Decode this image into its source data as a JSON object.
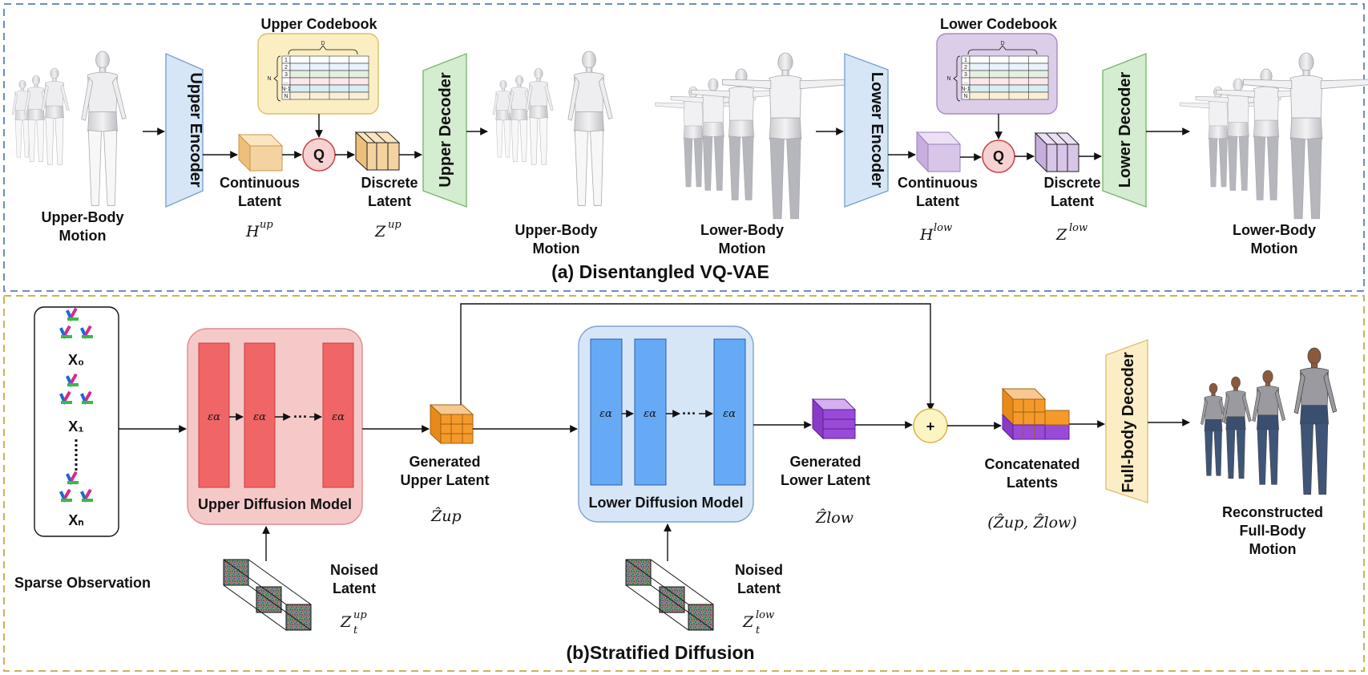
{
  "section_a": {
    "title": "(a) Disentangled VQ-VAE",
    "upper_codebook_title": "Upper Codebook",
    "lower_codebook_title": "Lower Codebook",
    "codebook_dim_label": "D",
    "codebook_rows_label": "N",
    "codebook_row_labels": [
      "1",
      "2",
      "3",
      "...",
      "N-1",
      "N"
    ],
    "upper_encoder": "Upper Encoder",
    "upper_decoder": "Upper Decoder",
    "lower_encoder": "Lower Encoder",
    "lower_decoder": "Lower Decoder",
    "quantizer": "Q",
    "upper_input_label": [
      "Upper-Body",
      "Motion"
    ],
    "upper_output_label": [
      "Upper-Body",
      "Motion"
    ],
    "lower_input_label": [
      "Lower-Body",
      "Motion"
    ],
    "lower_output_label": [
      "Lower-Body",
      "Motion"
    ],
    "continuous_latent": [
      "Continuous",
      "Latent"
    ],
    "discrete_latent": [
      "Discrete",
      "Latent"
    ],
    "h_up": {
      "base": "H",
      "sup": "up"
    },
    "z_up": {
      "base": "Z",
      "sup": "up"
    },
    "h_low": {
      "base": "H",
      "sup": "low"
    },
    "z_low": {
      "base": "Z",
      "sup": "low"
    }
  },
  "section_b": {
    "title": "(b)Stratified Diffusion",
    "sparse_observation": "Sparse Observation",
    "obs_labels": [
      "X₀",
      "X₁",
      "Xₙ"
    ],
    "epsilon": "εα",
    "dots": "···",
    "upper_diffusion": "Upper Diffusion Model",
    "lower_diffusion": "Lower Diffusion Model",
    "generated_upper": [
      "Generated",
      "Upper Latent"
    ],
    "generated_lower": [
      "Generated",
      "Lower Latent"
    ],
    "z_hat_up": "Ẑup",
    "z_hat_low": "Ẑlow",
    "noised_latent": [
      "Noised",
      "Latent"
    ],
    "zt_up": {
      "base": "Z",
      "sub": "t",
      "sup": "up"
    },
    "zt_low": {
      "base": "Z",
      "sub": "t",
      "sup": "low"
    },
    "plus": "+",
    "concatenated": [
      "Concatenated",
      "Latents"
    ],
    "concat_math": "(Ẑup, Ẑlow)",
    "full_body_decoder": "Full-body Decoder",
    "reconstructed": [
      "Reconstructed",
      "Full-Body",
      "Motion"
    ]
  },
  "colors": {
    "section_a_border": "#6b8fb8",
    "section_b_border": "#c9b458",
    "encoder_fill": "#d6e6f7",
    "decoder_fill": "#d4ecd0",
    "upper_codebook_fill": "#fbeec2",
    "lower_codebook_fill": "#dccde8",
    "quantizer_fill": "#f6d2d2",
    "upper_diffusion_fill": "#f6c9c9",
    "upper_diffusion_block": "#f06565",
    "lower_diffusion_fill": "#d7e6f7",
    "lower_diffusion_block": "#66aaf5",
    "upper_latent": "#f5d3a0",
    "lower_latent": "#d8c6e8",
    "gen_upper": "#f59a2a",
    "gen_lower": "#9a4ad8",
    "plus_fill": "#fdf4c4",
    "full_decoder_fill": "#fbeec7"
  }
}
